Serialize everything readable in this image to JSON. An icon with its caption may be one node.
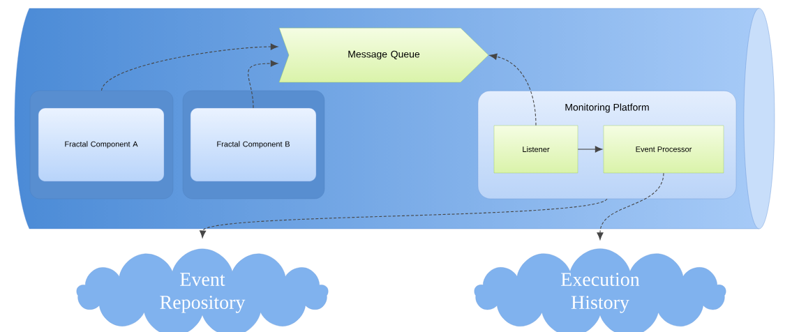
{
  "diagram": {
    "nodes": [
      {
        "text": [],
        "shape": "cylinder"
      },
      {
        "text": [
          "Message Queue"
        ],
        "in": 0
      },
      {
        "text": [],
        "shape": "box",
        "in": 0
      },
      {
        "text": [
          "Fractal Component A"
        ],
        "in": 2
      },
      {
        "text": [],
        "shape": "box",
        "in": 0
      },
      {
        "text": [
          "Fractal Component B"
        ],
        "in": 4
      },
      {
        "text": [
          "Monitoring Platform"
        ],
        "in": 0
      },
      {
        "text": [
          "Listener"
        ],
        "in": 6
      },
      {
        "text": [
          "Event Processor"
        ],
        "in": 6
      },
      {
        "text": [
          "Event Repository"
        ]
      },
      {
        "text": [
          "Execution History"
        ]
      }
    ],
    "edges": [
      {
        "from": 2,
        "to": 1,
        "arrow": "to",
        "style": "dashed"
      },
      {
        "from": 5,
        "to": 1,
        "arrow": "to",
        "style": "dashed"
      },
      {
        "from": 7,
        "to": 1,
        "arrow": "to",
        "style": "dashed"
      },
      {
        "from": 7,
        "to": 8,
        "arrow": "to"
      },
      {
        "from": 6,
        "to": 9,
        "arrow": "to",
        "style": "dashed"
      },
      {
        "from": 8,
        "to": 10,
        "arrow": "to",
        "style": "dashed"
      }
    ]
  }
}
